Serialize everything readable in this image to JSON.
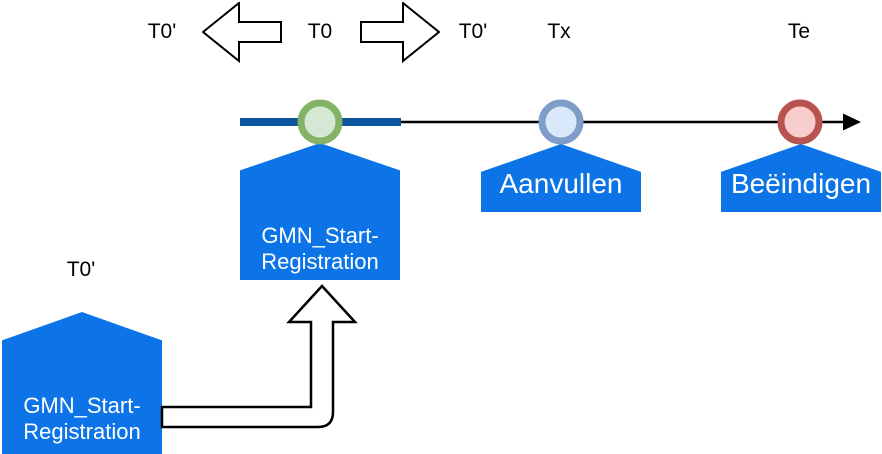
{
  "diagram": {
    "axis_labels": {
      "t0_prime_left": "T0'",
      "t0": "T0",
      "t0_prime_right": "T0'",
      "tx": "Tx",
      "te": "Te"
    },
    "events": {
      "start": {
        "line1": "GMN_Start-",
        "line2": "Registration"
      },
      "aanvullen": {
        "label": "Aanvullen"
      },
      "beeindigen": {
        "label": "Beëindigen"
      },
      "past_start": {
        "t_label": "T0'",
        "line1": "GMN_Start-",
        "line2": "Registration"
      }
    },
    "colors": {
      "shape_blue": "#0d74e7",
      "timeline_segment_blue": "#0e55a0",
      "timeline_black": "#000000",
      "marker_green_stroke": "#82b366",
      "marker_green_fill": "#d5e8d4",
      "marker_blue_stroke": "#7e9dc8",
      "marker_blue_fill": "#dae8fc",
      "marker_red_stroke": "#b85450",
      "marker_red_fill": "#f8cecc"
    }
  }
}
